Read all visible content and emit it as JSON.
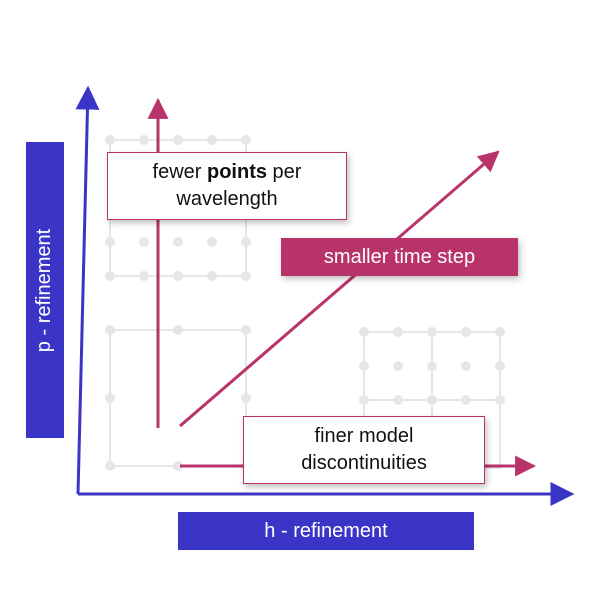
{
  "axes": {
    "x_label": "h - refinement",
    "y_label": "p - refinement"
  },
  "callouts": {
    "points": {
      "text_before": "fewer ",
      "text_bold": "points",
      "text_after": " per",
      "line2": "wavelength"
    },
    "time_step": "smaller time step",
    "discontinuities": {
      "line1": "finer model",
      "line2": "discontinuities"
    }
  },
  "colors": {
    "axis": "#3b35c7",
    "arrow": "#b8336a",
    "grid": "#e6e6e6"
  }
}
